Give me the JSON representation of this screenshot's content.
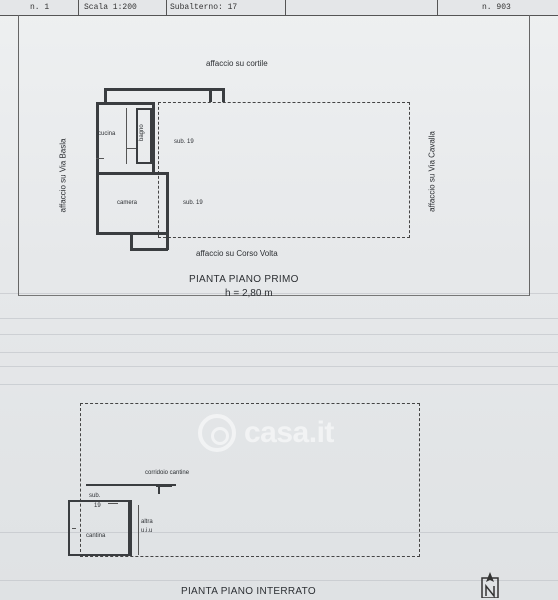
{
  "header": {
    "sheet_no": "n. 1",
    "scale": "Scala 1:200",
    "subalterno": "Subalterno: 17",
    "number": "n. 903"
  },
  "first_floor": {
    "north_label": "affaccio su cortile",
    "south_label": "affaccio su Corso Volta",
    "west_label": "affaccio su Via Basla",
    "east_label": "affaccio su Via Cavalla",
    "rooms": {
      "kitchen": "cucina",
      "bath": "bagno",
      "bedroom": "camera",
      "sub_top": "sub. 19",
      "sub_bottom": "sub. 19"
    },
    "title": "PIANTA PIANO PRIMO",
    "height": "h = 2,80 m"
  },
  "basement": {
    "corridor_label": "corridoio cantine",
    "sub_label": "sub.",
    "sub_value": "19",
    "cellar_label": "cantina",
    "other_label": "altra",
    "other_value": "u.i.u",
    "title": "PIANTA PIANO INTERRATO"
  },
  "watermark": {
    "text": "casa.it"
  }
}
